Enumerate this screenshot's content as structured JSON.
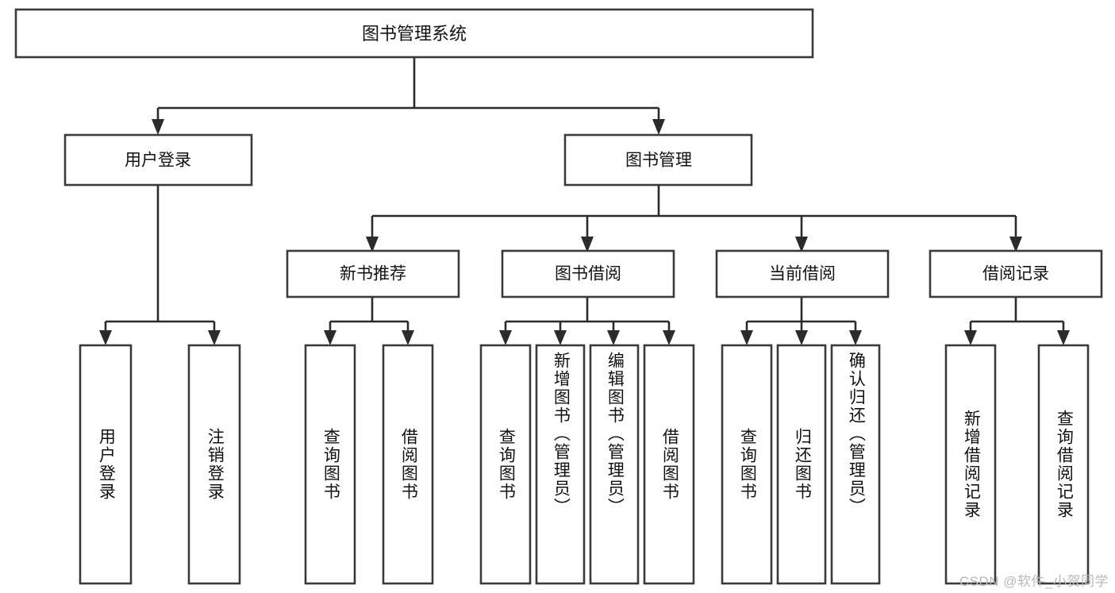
{
  "diagram": {
    "type": "tree-hierarchy-chart",
    "title": "图书管理系统",
    "watermark": "CSDN @软件_小贺同学",
    "colors": {
      "box_stroke": "#3a3a3a",
      "connector": "#2b2b2b",
      "background": "#ffffff",
      "text": "#111111",
      "watermark": "#b9b9b9"
    },
    "levels": {
      "level1": [
        {
          "id": "root",
          "label": "图书管理系统"
        }
      ],
      "level2": [
        {
          "id": "user-login",
          "label": "用户登录"
        },
        {
          "id": "book-management",
          "label": "图书管理"
        }
      ],
      "level3": [
        {
          "id": "new-book-recommend",
          "label": "新书推荐"
        },
        {
          "id": "book-borrow",
          "label": "图书借阅"
        },
        {
          "id": "current-borrow",
          "label": "当前借阅"
        },
        {
          "id": "borrow-record",
          "label": "借阅记录"
        }
      ],
      "leaves": [
        {
          "id": "leaf-user-login",
          "label": "用户登录",
          "parent": "user-login"
        },
        {
          "id": "leaf-logout-login",
          "label": "注销登录",
          "parent": "user-login"
        },
        {
          "id": "leaf-query-book-1",
          "label": "查询图书",
          "parent": "new-book-recommend"
        },
        {
          "id": "leaf-borrow-book-1",
          "label": "借阅图书",
          "parent": "new-book-recommend"
        },
        {
          "id": "leaf-query-book-2",
          "label": "查询图书",
          "parent": "book-borrow"
        },
        {
          "id": "leaf-add-book",
          "label": "新增图书（管理员）",
          "parent": "book-borrow"
        },
        {
          "id": "leaf-edit-book",
          "label": "编辑图书（管理员）",
          "parent": "book-borrow"
        },
        {
          "id": "leaf-borrow-book-2",
          "label": "借阅图书",
          "parent": "book-borrow"
        },
        {
          "id": "leaf-query-book-3",
          "label": "查询图书",
          "parent": "current-borrow"
        },
        {
          "id": "leaf-return-book",
          "label": "归还图书",
          "parent": "current-borrow"
        },
        {
          "id": "leaf-confirm-return",
          "label": "确认归还（管理员）",
          "parent": "current-borrow"
        },
        {
          "id": "leaf-add-record",
          "label": "新增借阅记录",
          "parent": "borrow-record"
        },
        {
          "id": "leaf-query-record",
          "label": "查询借阅记录",
          "parent": "borrow-record"
        }
      ]
    }
  }
}
